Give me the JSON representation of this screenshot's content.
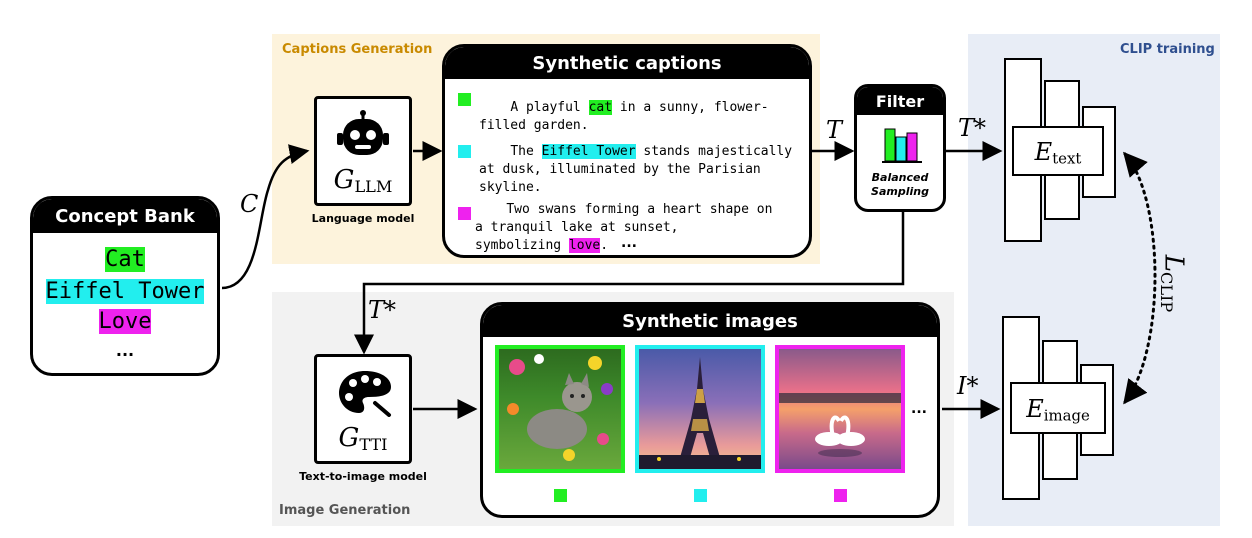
{
  "colors": {
    "green": "#22ee22",
    "cyan": "#22eeee",
    "magenta": "#ee22ee",
    "captions_bg": "#fdf3dc",
    "captions_title": "#c98a00",
    "image_gen_bg": "#f2f2f2",
    "clip_bg": "#e8edf6",
    "clip_title": "#2f4f8f"
  },
  "regions": {
    "captions_generation": "Captions Generation",
    "image_generation": "Image Generation",
    "clip_training": "CLIP training"
  },
  "concept_bank": {
    "title": "Concept Bank",
    "items": [
      {
        "text": "Cat",
        "color": "green"
      },
      {
        "text": "Eiffel Tower",
        "color": "cyan"
      },
      {
        "text": "Love",
        "color": "magenta"
      }
    ],
    "ellipsis": "..."
  },
  "language_model": {
    "symbol": "G",
    "subscript": "LLM",
    "label": "Language model",
    "icon": "robot-icon"
  },
  "synthetic_captions": {
    "title": "Synthetic captions",
    "c1": {
      "pre": "A playful ",
      "hl": "cat",
      "post": " in a sunny, flower-",
      "line2": "filled garden."
    },
    "c2": {
      "pre": "The ",
      "hl": "Eiffel Tower",
      "post": " stands majestically",
      "line2": "at dusk, illuminated by the Parisian",
      "line3": "skyline."
    },
    "c3": {
      "line1": "Two swans forming a heart shape on",
      "line2": "a tranquil lake at sunset,",
      "pre3": "symbolizing ",
      "hl": "love",
      "post3": "."
    },
    "ellipsis": "..."
  },
  "filter": {
    "title": "Filter",
    "label": "Balanced Sampling",
    "icon": "bar-chart-icon"
  },
  "tti_model": {
    "symbol": "G",
    "subscript": "TTI",
    "label": "Text-to-image model",
    "icon": "palette-icon"
  },
  "synthetic_images": {
    "title": "Synthetic images",
    "images": [
      {
        "name": "cat-in-garden-image",
        "color": "green"
      },
      {
        "name": "eiffel-tower-dusk-image",
        "color": "cyan"
      },
      {
        "name": "swans-heart-lake-image",
        "color": "magenta"
      }
    ],
    "ellipsis": "..."
  },
  "arrows": {
    "c": "C",
    "t": "T",
    "t_star": "T*",
    "t_star2": "T*",
    "i_star": "I*"
  },
  "clip": {
    "text_encoder": {
      "symbol": "E",
      "subscript": "text"
    },
    "image_encoder": {
      "symbol": "E",
      "subscript": "image"
    },
    "loss": {
      "symbol": "L",
      "subscript": "CLIP"
    }
  }
}
